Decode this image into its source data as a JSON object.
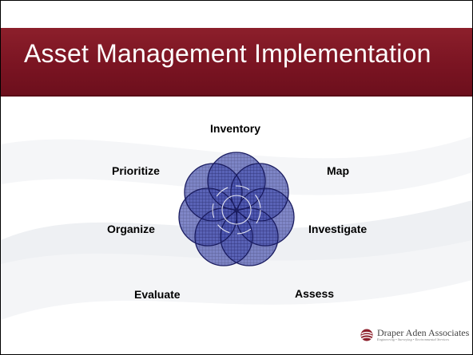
{
  "slide": {
    "title": "Asset Management Implementation",
    "accent_color": "#7a1422",
    "cycle_steps": [
      {
        "label": "Inventory"
      },
      {
        "label": "Map"
      },
      {
        "label": "Investigate"
      },
      {
        "label": "Assess"
      },
      {
        "label": "Evaluate"
      },
      {
        "label": "Organize"
      },
      {
        "label": "Prioritize"
      }
    ],
    "rosette": {
      "icon": "overlapping-circles-rosette",
      "fill_color": "#3c44a0",
      "outline_color": "#1a1c60"
    },
    "logo": {
      "icon": "draper-aden-mark-icon",
      "name": "Draper Aden Associates",
      "tagline": "Engineering • Surveying • Environmental Services",
      "mark_color": "#8c1f2b"
    }
  }
}
